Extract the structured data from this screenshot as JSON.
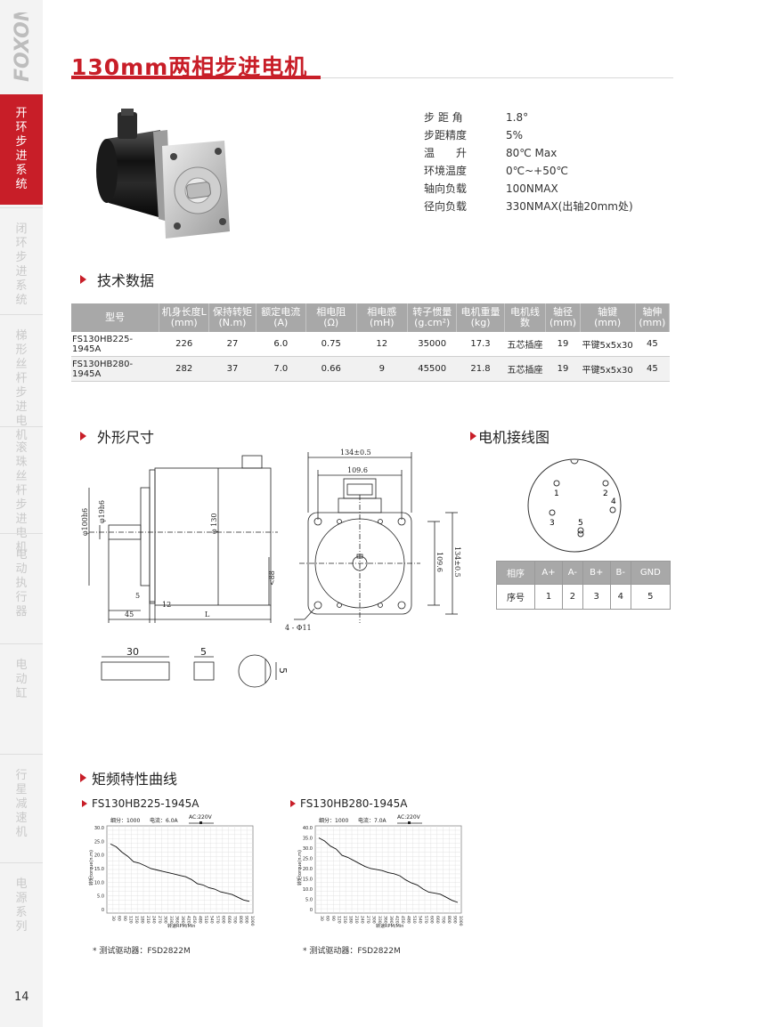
{
  "brand": "FOXON",
  "page_number": "14",
  "title": "130mm两相步进电机",
  "sidebar": [
    {
      "label": "开环步进系统",
      "active": true
    },
    {
      "label": "闭环步进系统",
      "active": false
    },
    {
      "label": "梯形丝杆步进电机",
      "active": false
    },
    {
      "label": "滚珠丝杆步进电机",
      "active": false
    },
    {
      "label": "电动执行器",
      "active": false
    },
    {
      "label": "电动缸",
      "active": false
    },
    {
      "label": "行星减速机",
      "active": false
    },
    {
      "label": "电源系列",
      "active": false
    }
  ],
  "specs": [
    {
      "k": "步 距 角",
      "v": "1.8°"
    },
    {
      "k": "步距精度",
      "v": "5%"
    },
    {
      "k": "温　　升",
      "v": "80℃ Max"
    },
    {
      "k": "环境温度",
      "v": "0℃~+50℃"
    },
    {
      "k": "轴向负载",
      "v": "100NMAX"
    },
    {
      "k": "径向负载",
      "v": "330NMAX(出轴20mm处)"
    }
  ],
  "sections": {
    "tech": "技术数据",
    "dimension": "外形尺寸",
    "wiring": "电机接线图",
    "torque": "矩频特性曲线"
  },
  "table": {
    "headers": [
      [
        "型号"
      ],
      [
        "机身长度L",
        "(mm)"
      ],
      [
        "保持转矩",
        "(N.m)"
      ],
      [
        "额定电流",
        "(A)"
      ],
      [
        "相电阻",
        "(Ω)"
      ],
      [
        "相电感",
        "(mH)"
      ],
      [
        "转子惯量",
        "(g.cm²)"
      ],
      [
        "电机重量",
        "(kg)"
      ],
      [
        "电机线数"
      ],
      [
        "轴径",
        "(mm)"
      ],
      [
        "轴键",
        "(mm)"
      ],
      [
        "轴伸",
        "(mm)"
      ]
    ],
    "rows": [
      [
        "FS130HB225-1945A",
        "226",
        "27",
        "6.0",
        "0.75",
        "12",
        "35000",
        "17.3",
        "五芯插座",
        "19",
        "平键5x5x30",
        "45"
      ],
      [
        "FS130HB280-1945A",
        "282",
        "37",
        "7.0",
        "0.66",
        "9",
        "45500",
        "21.8",
        "五芯插座",
        "19",
        "平键5x5x30",
        "45"
      ]
    ]
  },
  "dims": {
    "d_flange": "φ100h6",
    "d_shaft": "φ19h6",
    "d_body": "φ 130",
    "len_88": "<88",
    "len_5": "5",
    "len_12": "12",
    "len_45": "45",
    "len_L": "L",
    "w_134": "134±0.5",
    "w_1096": "109.6",
    "h_1096": "109.6",
    "h_134": "134±0.5",
    "holes": "4 - Φ11",
    "key_30": "30",
    "key_5a": "5",
    "key_5b": "5"
  },
  "wiring": {
    "pins": [
      "1",
      "2",
      "3",
      "4",
      "5"
    ],
    "row1_head": "相序",
    "row1": [
      "A+",
      "A-",
      "B+",
      "B-",
      "GND"
    ],
    "row2_head": "序号",
    "row2": [
      "1",
      "2",
      "3",
      "4",
      "5"
    ]
  },
  "chart_data": [
    {
      "type": "line",
      "title": "FS130HB225-1945A",
      "subtitle_div": "细分：1000",
      "subtitle_cur": "电流：6.0A",
      "legend": "AC:220V",
      "xlabel": "转速RPM/Min",
      "ylabel": "转矩torque(n.m)",
      "x": [
        30,
        60,
        90,
        120,
        150,
        180,
        210,
        240,
        270,
        300,
        330,
        360,
        390,
        420,
        450,
        480,
        510,
        540,
        570,
        600,
        660,
        700,
        800,
        900,
        1000
      ],
      "y": [
        24,
        23,
        21,
        19.5,
        17.5,
        17,
        16,
        15,
        14.5,
        14,
        13.5,
        13,
        12.5,
        12,
        11,
        9.5,
        9,
        8,
        7.5,
        6.5,
        6,
        5.5,
        4.5,
        3.5,
        3
      ],
      "yticks": [
        "30.0",
        "25.0",
        "20.0",
        "15.0",
        "10.0",
        "5.0",
        "0"
      ],
      "ylim": [
        0,
        30
      ],
      "note": "测试驱动器：FSD2822M"
    },
    {
      "type": "line",
      "title": "FS130HB280-1945A",
      "subtitle_div": "细分：1000",
      "subtitle_cur": "电流：7.0A",
      "legend": "AC:220V",
      "xlabel": "转速RPM/Min",
      "ylabel": "转矩torque(n.m)",
      "x": [
        30,
        60,
        90,
        120,
        150,
        180,
        210,
        240,
        270,
        300,
        330,
        360,
        390,
        420,
        450,
        480,
        510,
        540,
        570,
        600,
        660,
        700,
        800,
        900,
        1000
      ],
      "y": [
        35,
        33.5,
        31,
        29.5,
        26.5,
        25.5,
        24,
        22.5,
        21,
        20,
        19.5,
        19,
        18,
        17.5,
        16.5,
        14.5,
        13,
        12,
        10,
        8.5,
        8,
        7.5,
        6,
        4.5,
        3.5
      ],
      "yticks": [
        "40.0",
        "35.0",
        "30.0",
        "25.0",
        "20.0",
        "15.0",
        "10.0",
        "5.0",
        "0"
      ],
      "ylim": [
        0,
        40
      ],
      "note": "测试驱动器：FSD2822M"
    }
  ]
}
